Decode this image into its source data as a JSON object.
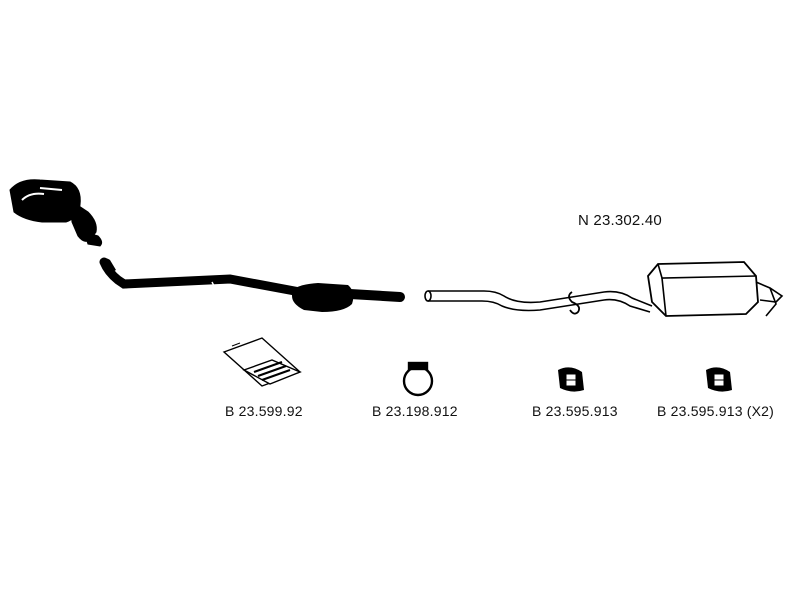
{
  "diagram": {
    "main_part_number": "N 23.302.40",
    "parts": [
      {
        "label": "B 23.599.92"
      },
      {
        "label": "B 23.198.912"
      },
      {
        "label": "B 23.595.913"
      },
      {
        "label": "B 23.595.913 (X2)"
      }
    ],
    "colors": {
      "line": "#000000",
      "background": "#ffffff"
    }
  }
}
